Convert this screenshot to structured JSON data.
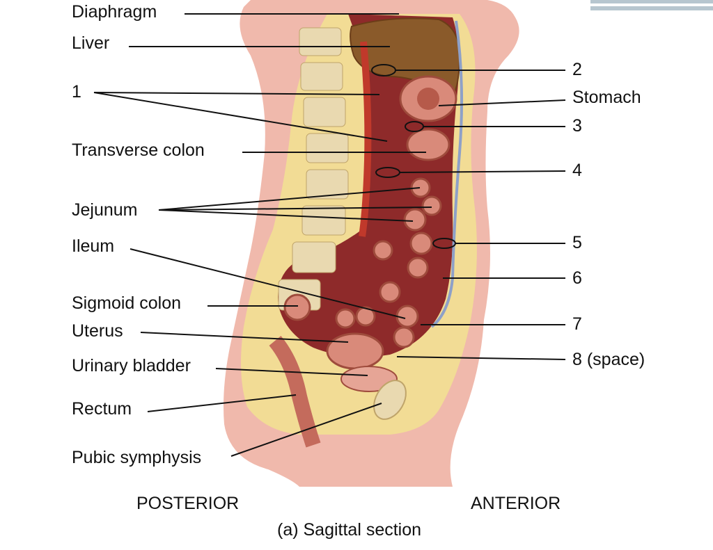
{
  "figure": {
    "caption": "(a) Sagittal section",
    "orientation_left": "POSTERIOR",
    "orientation_right": "ANTERIOR"
  },
  "labels_left": [
    "Diaphragm",
    "Liver",
    "1",
    "Transverse colon",
    "Jejunum",
    "Ileum",
    "Sigmoid colon",
    "Uterus",
    "Urinary bladder",
    "Rectum",
    "Pubic symphysis"
  ],
  "labels_right": [
    "2",
    "Stomach",
    "3",
    "4",
    "5",
    "6",
    "7",
    "8 (space)"
  ],
  "colors": {
    "skin": "#f0b9ac",
    "fat": "#f2dc95",
    "liver": "#8a5a2a",
    "peritoneum": "#8e2a2a",
    "gut_wall": "#d98a7a",
    "bone": "#e9d9b0",
    "artery": "#c0392b",
    "membrane": "#8ea0c8"
  }
}
